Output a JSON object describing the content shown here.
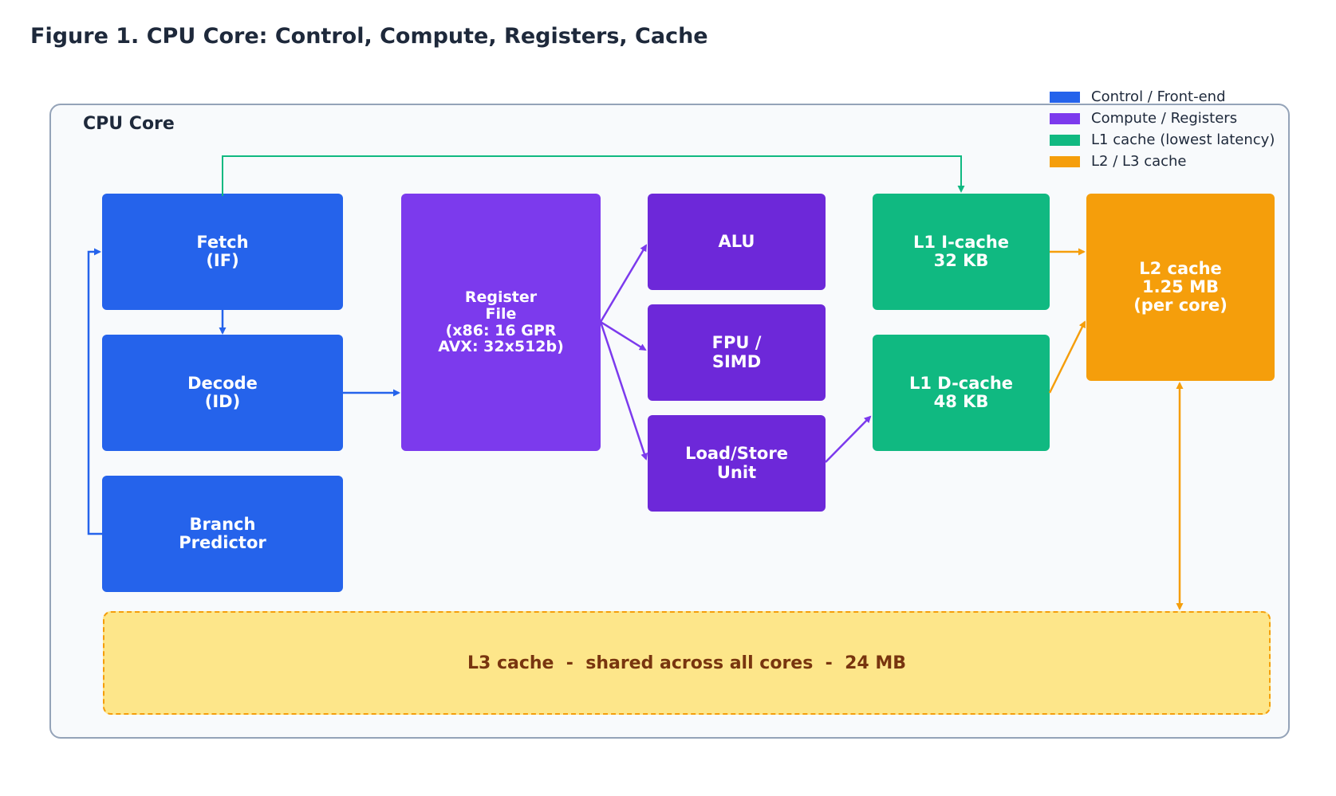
{
  "title": "Figure 1. CPU Core: Control, Compute, Registers, Cache",
  "core_label": "CPU Core",
  "blocks": {
    "fetch": "Fetch\n(IF)",
    "decode": "Decode\n(ID)",
    "branch": "Branch\nPredictor",
    "regfile": "Register\nFile\n(x86: 16 GPR\nAVX: 32x512b)",
    "alu": "ALU",
    "fpu": "FPU /\nSIMD",
    "lsu": "Load/Store\nUnit",
    "l1i": "L1 I-cache\n32 KB",
    "l1d": "L1 D-cache\n48 KB",
    "l2": "L2 cache\n1.25 MB\n(per core)",
    "l3": "L3 cache  -  shared across all cores  -  24 MB"
  },
  "legend": [
    {
      "label": "Control / Front-end",
      "color": "#2563eb"
    },
    {
      "label": "Compute / Registers",
      "color": "#7c3aed"
    },
    {
      "label": "L1 cache (lowest latency)",
      "color": "#10b981"
    },
    {
      "label": "L2 / L3 cache",
      "color": "#f59e0b"
    }
  ],
  "colors": {
    "control": "#2563eb",
    "compute": "#7c3aed",
    "execution": "#6d28d9",
    "l1": "#10b981",
    "l2l3": "#f59e0b",
    "l3_fill": "#fde68a",
    "l3_text": "#78350f"
  }
}
